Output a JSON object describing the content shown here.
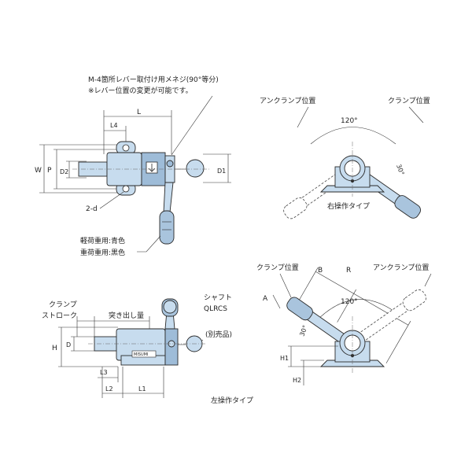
{
  "colors": {
    "part_fill": "#c7dcee",
    "part_dark": "#9ebcd8",
    "line": "#2a2a2a"
  },
  "top_view": {
    "note_line1": "M-4箇所レバー取付け用メネジ(90°等分)",
    "note_line2": "※レバー位置の変更が可能です。",
    "dim_L": "L",
    "dim_L4": "L4",
    "dim_W": "W",
    "dim_P": "P",
    "dim_D2": "D2",
    "dim_D1": "D1",
    "hole_label": "2-d",
    "light_load": "軽荷重用:青色",
    "heavy_load": "重荷重用:黒色"
  },
  "right_view": {
    "unclamp": "アンクランプ位置",
    "clamp": "クランプ位置",
    "angle_120": "120°",
    "angle_30": "30°",
    "caption": "右操作タイプ"
  },
  "bottom_view": {
    "clamp_stroke_1": "クランプ",
    "clamp_stroke_2": "ストローク",
    "protrusion": "突き出し量",
    "shaft_1": "シャフト",
    "shaft_2": "QLRCS",
    "sold_separately": "(別売品)",
    "dim_H": "H",
    "dim_D": "D",
    "dim_L3": "L3",
    "dim_L2": "L2",
    "dim_L1": "L1",
    "caption": "左操作タイプ",
    "brand_mark": "MISUMI"
  },
  "side_view2": {
    "clamp": "クランプ位置",
    "unclamp": "アンクランプ位置",
    "dim_A": "A",
    "dim_B": "B",
    "dim_R": "R",
    "angle_120": "120°",
    "angle_30": "30°",
    "dim_H1": "H1",
    "dim_H2": "H2"
  }
}
